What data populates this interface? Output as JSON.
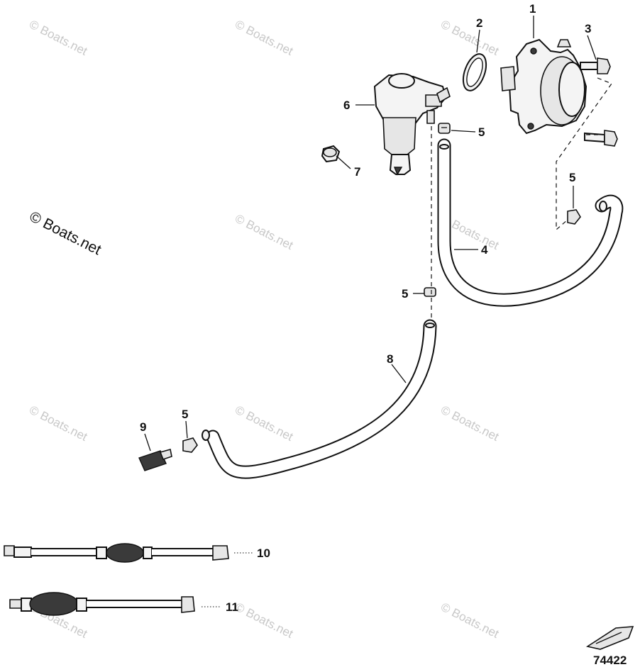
{
  "watermark": {
    "text": "© Boats.net",
    "large_text": "© Boats.net"
  },
  "figure_number": "74422",
  "callouts": {
    "c1": "1",
    "c2": "2",
    "c3": "3",
    "c4": "4",
    "c5a": "5",
    "c5b": "5",
    "c5c": "5",
    "c5d": "5",
    "c6": "6",
    "c7": "7",
    "c8": "8",
    "c9": "9",
    "c10": "10",
    "c11": "11"
  }
}
